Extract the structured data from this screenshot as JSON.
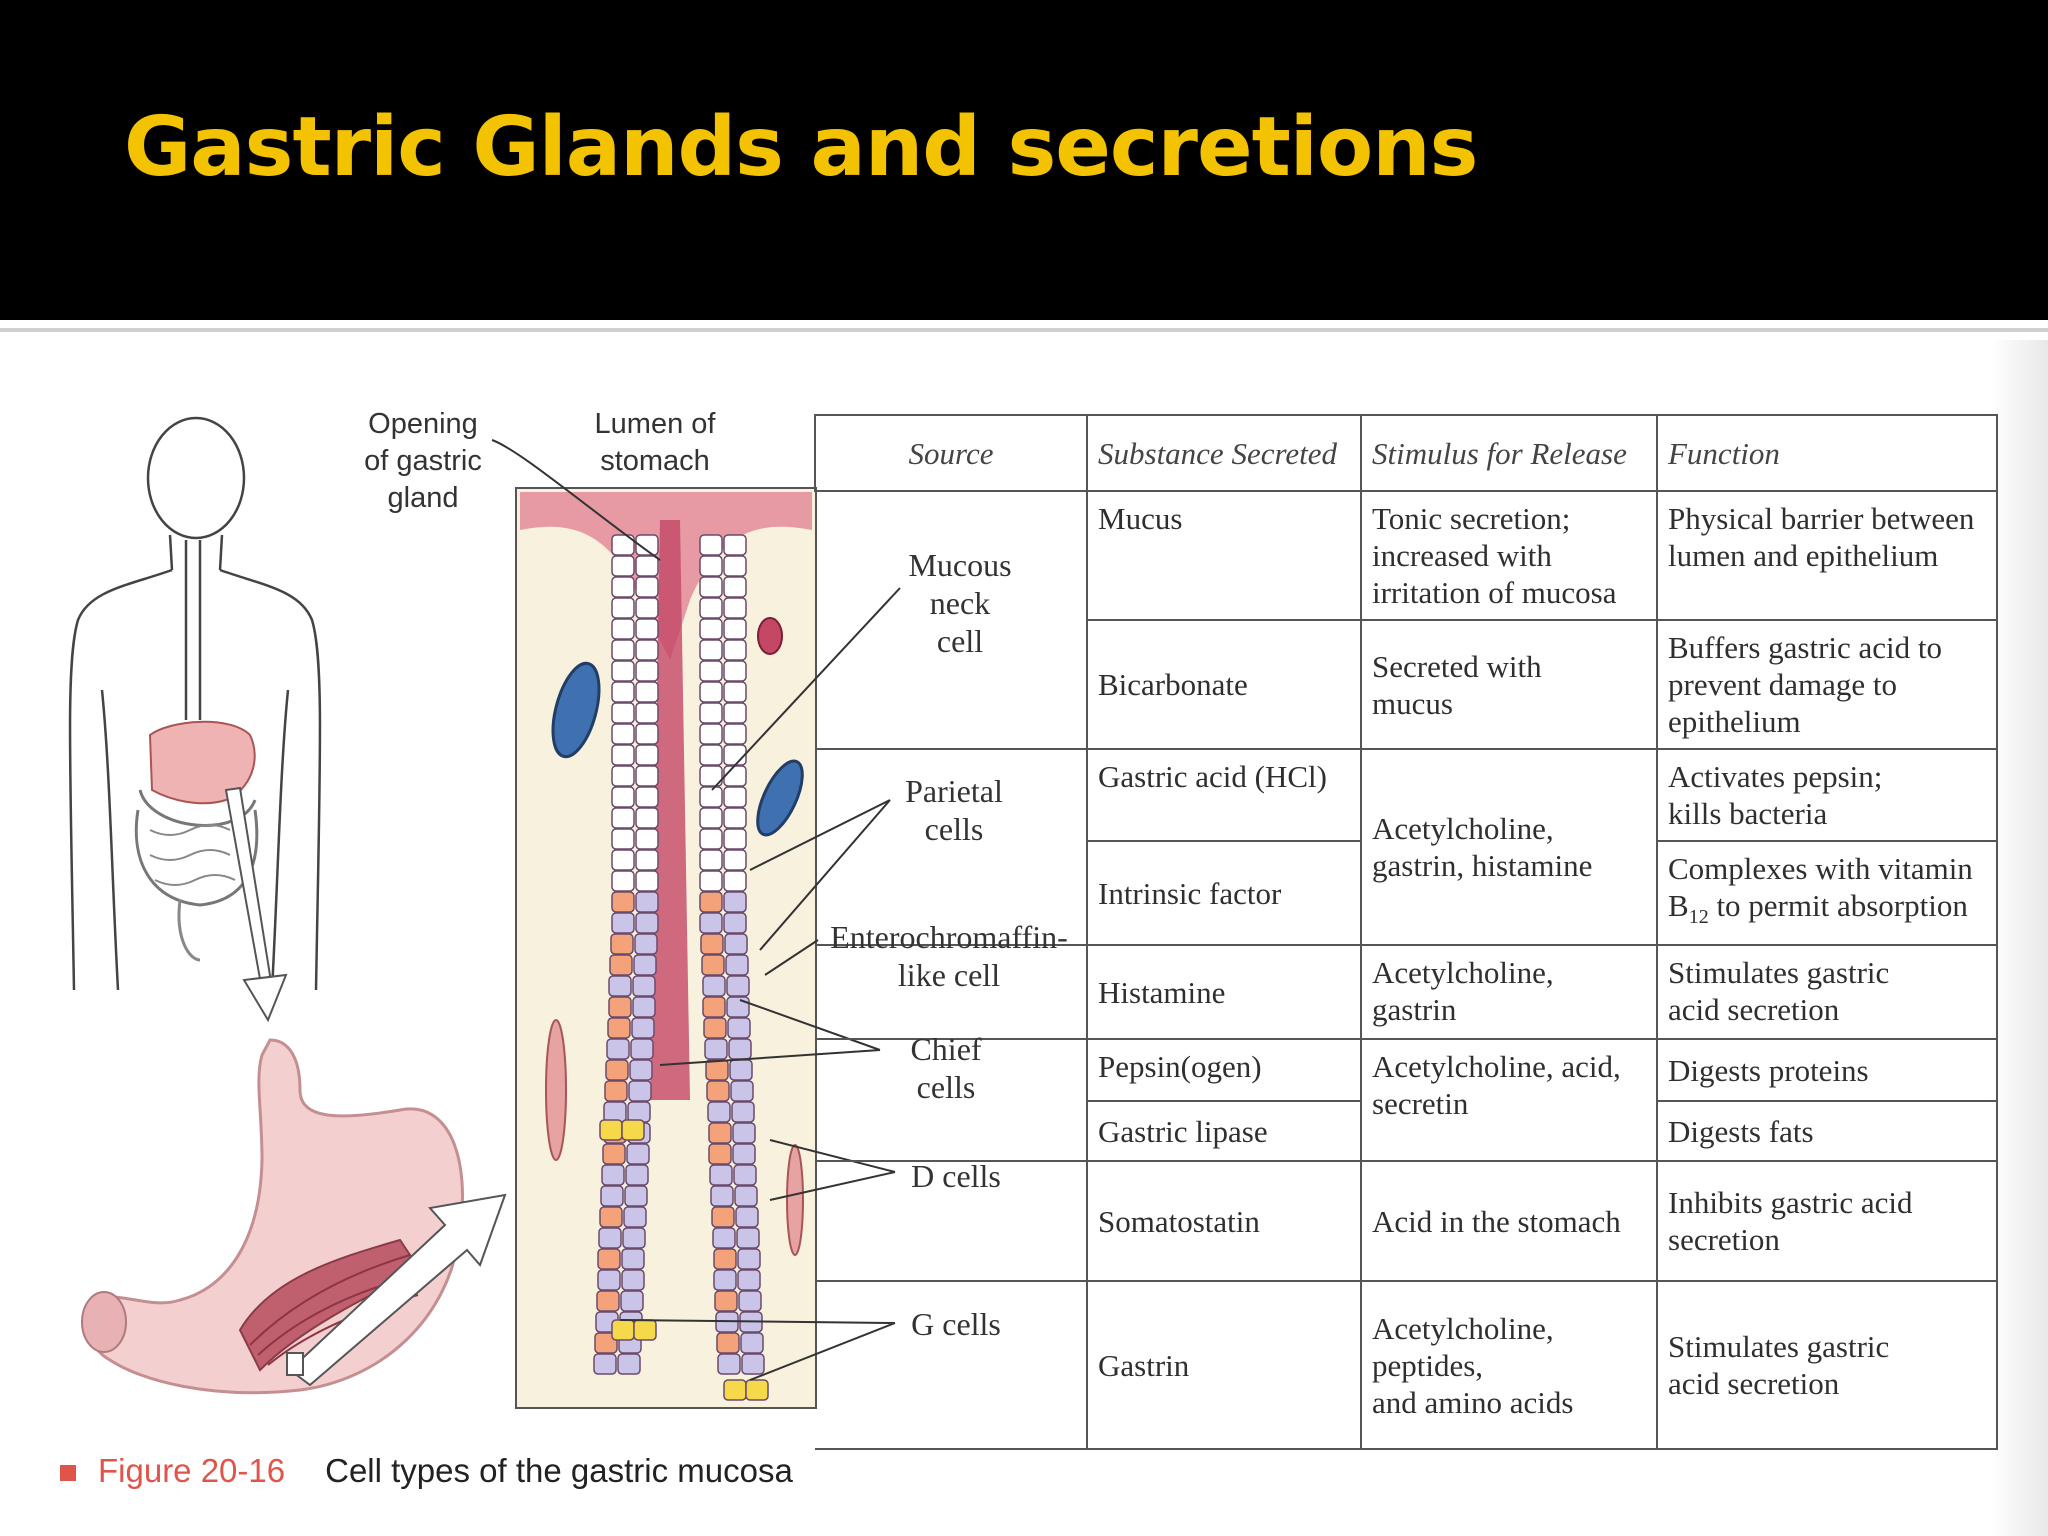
{
  "slide": {
    "title": "Gastric Glands and secretions"
  },
  "figure": {
    "labels": {
      "opening": "Opening\nof gastric\ngland",
      "lumen": "Lumen of\nstomach"
    },
    "cell_labels": [
      "Mucous\nneck\ncell",
      "Parietal\ncells",
      "Enterochromaffin-\nlike cell",
      "Chief\ncells",
      "D cells",
      "G cells"
    ],
    "caption": {
      "number": "Figure 20-16",
      "text": "Cell types of the gastric mucosa"
    },
    "colors": {
      "tissue_pink": "#f0c4c4",
      "lumen_red": "#c44766",
      "parietal": "#f4a27a",
      "chief": "#c9c4e8",
      "g_cell": "#f5d94a",
      "vessel_blue": "#3f70b0"
    }
  },
  "table": {
    "headers": [
      "Source",
      "Substance Secreted",
      "Stimulus for Release",
      "Function"
    ],
    "rows": {
      "mucus": {
        "substance": "Mucus",
        "stimulus": "Tonic secretion;\nincreased with\nirritation of mucosa",
        "function": "Physical barrier between\nlumen  and epithelium"
      },
      "bicarbonate": {
        "substance": "Bicarbonate",
        "stimulus": "Secreted with\nmucus",
        "function": "Buffers gastric acid to\nprevent damage to\nepithelium"
      },
      "hcl": {
        "substance": "Gastric acid (HCl)",
        "stimulus": "Acetylcholine,\ngastrin, histamine",
        "function": "Activates pepsin;\nkills bacteria"
      },
      "intrinsic": {
        "substance": "Intrinsic factor",
        "function_pre": "Complexes with vitamin\nB",
        "function_sub": "12",
        "function_post": " to permit absorption"
      },
      "histamine": {
        "substance": "Histamine",
        "stimulus": "Acetylcholine,\ngastrin",
        "function": "Stimulates gastric\nacid secretion"
      },
      "pepsin": {
        "substance": "Pepsin(ogen)",
        "stimulus": "Acetylcholine, acid,\nsecretin",
        "function": "Digests proteins"
      },
      "lipase": {
        "substance": "Gastric lipase",
        "function": "Digests fats"
      },
      "somatostatin": {
        "substance": "Somatostatin",
        "stimulus": "Acid in the stomach",
        "function": "Inhibits gastric acid\nsecretion"
      },
      "gastrin": {
        "substance": "Gastrin",
        "stimulus": "Acetylcholine,\npeptides,\nand amino acids",
        "function": "Stimulates gastric\nacid secretion"
      }
    }
  }
}
